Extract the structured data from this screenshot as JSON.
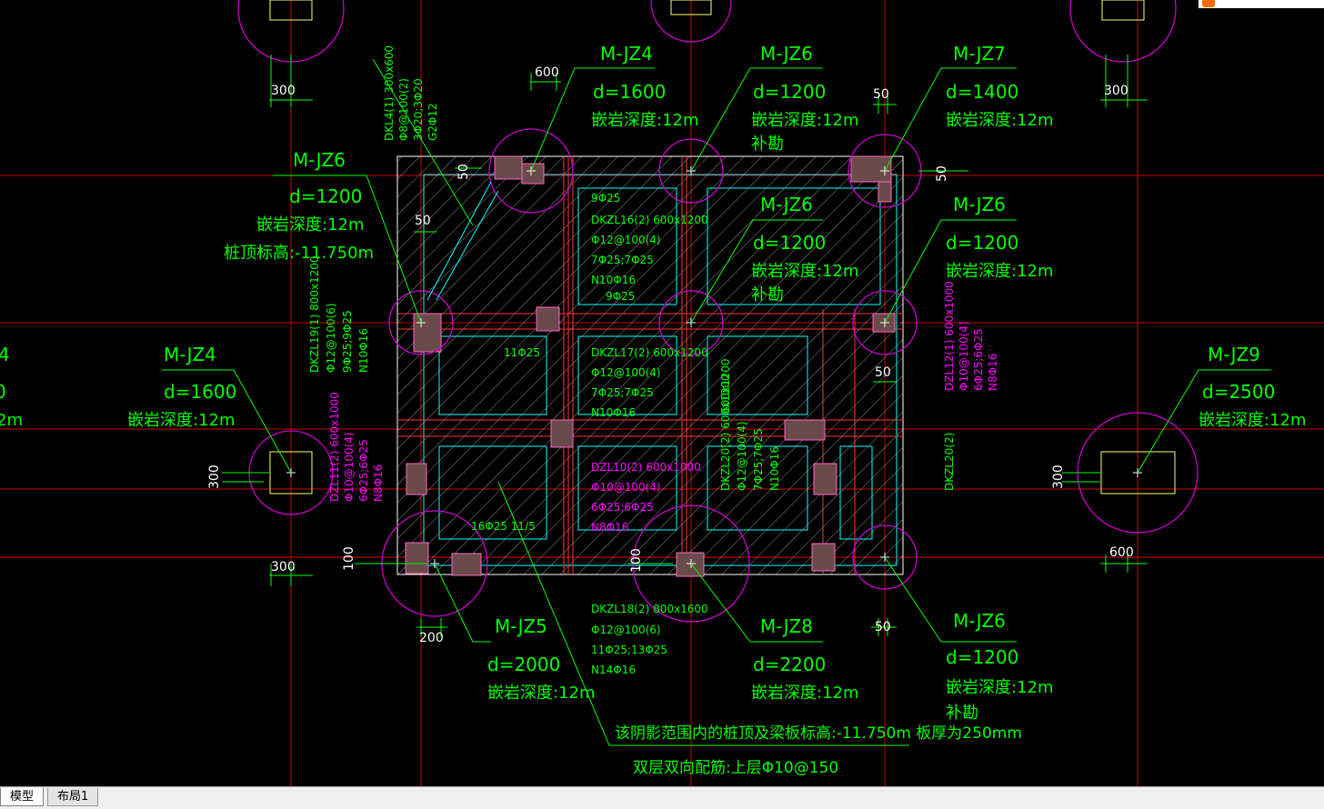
{
  "piles": [
    {
      "id": "p-top-left",
      "label": "M-JZ4",
      "diameter": "d=1600",
      "rock": "嵌岩深度:12m",
      "extra": "",
      "dims": [
        "600"
      ]
    },
    {
      "id": "p-top-mid",
      "label": "M-JZ6",
      "diameter": "d=1200",
      "rock": "嵌岩深度:12m",
      "extra": "补勘",
      "dims": []
    },
    {
      "id": "p-top-right",
      "label": "M-JZ7",
      "diameter": "d=1400",
      "rock": "嵌岩深度:12m",
      "extra": "",
      "dims": [
        "50",
        "50"
      ]
    },
    {
      "id": "p-left-mid",
      "label": "M-JZ6",
      "diameter": "d=1200",
      "rock": "嵌岩深度:12m",
      "extra": "桩顶标高:-11.750m",
      "dims": [
        "50",
        "50"
      ]
    },
    {
      "id": "p-center",
      "label": "M-JZ6",
      "diameter": "d=1200",
      "rock": "嵌岩深度:12m",
      "extra": "补勘",
      "dims": []
    },
    {
      "id": "p-right-mid",
      "label": "M-JZ6",
      "diameter": "d=1200",
      "rock": "嵌岩深度:12m",
      "extra": "",
      "dims": [
        "50"
      ]
    },
    {
      "id": "p-far-left",
      "label": "M-JZ4",
      "diameter": "d=1600",
      "rock": "嵌岩深度:12m",
      "extra": "",
      "dims": [
        "300",
        "300",
        "300"
      ]
    },
    {
      "id": "p-far-right",
      "label": "M-JZ9",
      "diameter": "d=2500",
      "rock": "嵌岩深度:12m",
      "extra": "",
      "dims": [
        "300",
        "600"
      ]
    },
    {
      "id": "p-bottom-left",
      "label": "M-JZ5",
      "diameter": "d=2000",
      "rock": "嵌岩深度:12m",
      "extra": "",
      "dims": [
        "100",
        "200"
      ]
    },
    {
      "id": "p-bottom-mid",
      "label": "M-JZ8",
      "diameter": "d=2200",
      "rock": "嵌岩深度:12m",
      "extra": "",
      "dims": [
        "100"
      ]
    },
    {
      "id": "p-bottom-right",
      "label": "M-JZ6",
      "diameter": "d=1200",
      "rock": "嵌岩深度:12m",
      "extra": "补勘",
      "dims": [
        "50"
      ]
    }
  ],
  "partial_labels": {
    "edge_left_1": "4",
    "edge_left_2": "0",
    "edge_left_3": "2m"
  },
  "beams": {
    "dkl4": [
      "DKL4(1) 300x600",
      "Φ8@100(2)",
      "3Φ20;3Φ20",
      "G2Φ12"
    ],
    "dkzl16": [
      "9Φ25",
      "DKZL16(2) 600x1200",
      "Φ12@100(4)",
      "7Φ25;7Φ25",
      "N10Φ16",
      "9Φ25"
    ],
    "dkzl17": [
      "11Φ25",
      "DKZL17(2) 600x1200",
      "Φ12@100(4)",
      "7Φ25;7Φ25",
      "N10Φ16"
    ],
    "dkzl19": [
      "DKZL19(1) 800x1200",
      "Φ12@100(6)",
      "9Φ25;9Φ25",
      "N10Φ16"
    ],
    "dzl12": [
      "DZL12(1) 600x1000",
      "Φ10@100(4)",
      "6Φ25;6Φ25",
      "N8Φ16"
    ],
    "dzl11": [
      "DZL11(2) 600x1000",
      "Φ10@100(4)",
      "6Φ25;6Φ25",
      "N8Φ16"
    ],
    "dzl10": [
      "DZL10(2) 600x1000",
      "Φ10@100(4)",
      "6Φ25;6Φ25",
      "N8Φ16"
    ],
    "dkzl20": [
      "DKZL20(2) 600x1200",
      "Φ12@100(4)",
      "7Φ25;7Φ25",
      "N10Φ16"
    ],
    "dkzl20b": "DKZL20(2)",
    "dkzl20c": "600x1200",
    "dkzl18": [
      "DKZL18(2) 800x1600",
      "Φ12@100(6)",
      "11Φ25;13Φ25",
      "N14Φ16"
    ],
    "bottom_bars": "16Φ25 11/5"
  },
  "notes": {
    "line1": "该阴影范围内的桩顶及梁板标高:-11.750m  板厚为250mm",
    "line2": "双层双向配筋:上层Φ10@150"
  },
  "colors": {
    "background": "#000000",
    "text": "#00ff00",
    "pile": "#ff00ff",
    "grid": "#ff0000",
    "beam": "#00ffff"
  },
  "tabs": {
    "model": "模型",
    "layout1": "布局1"
  }
}
